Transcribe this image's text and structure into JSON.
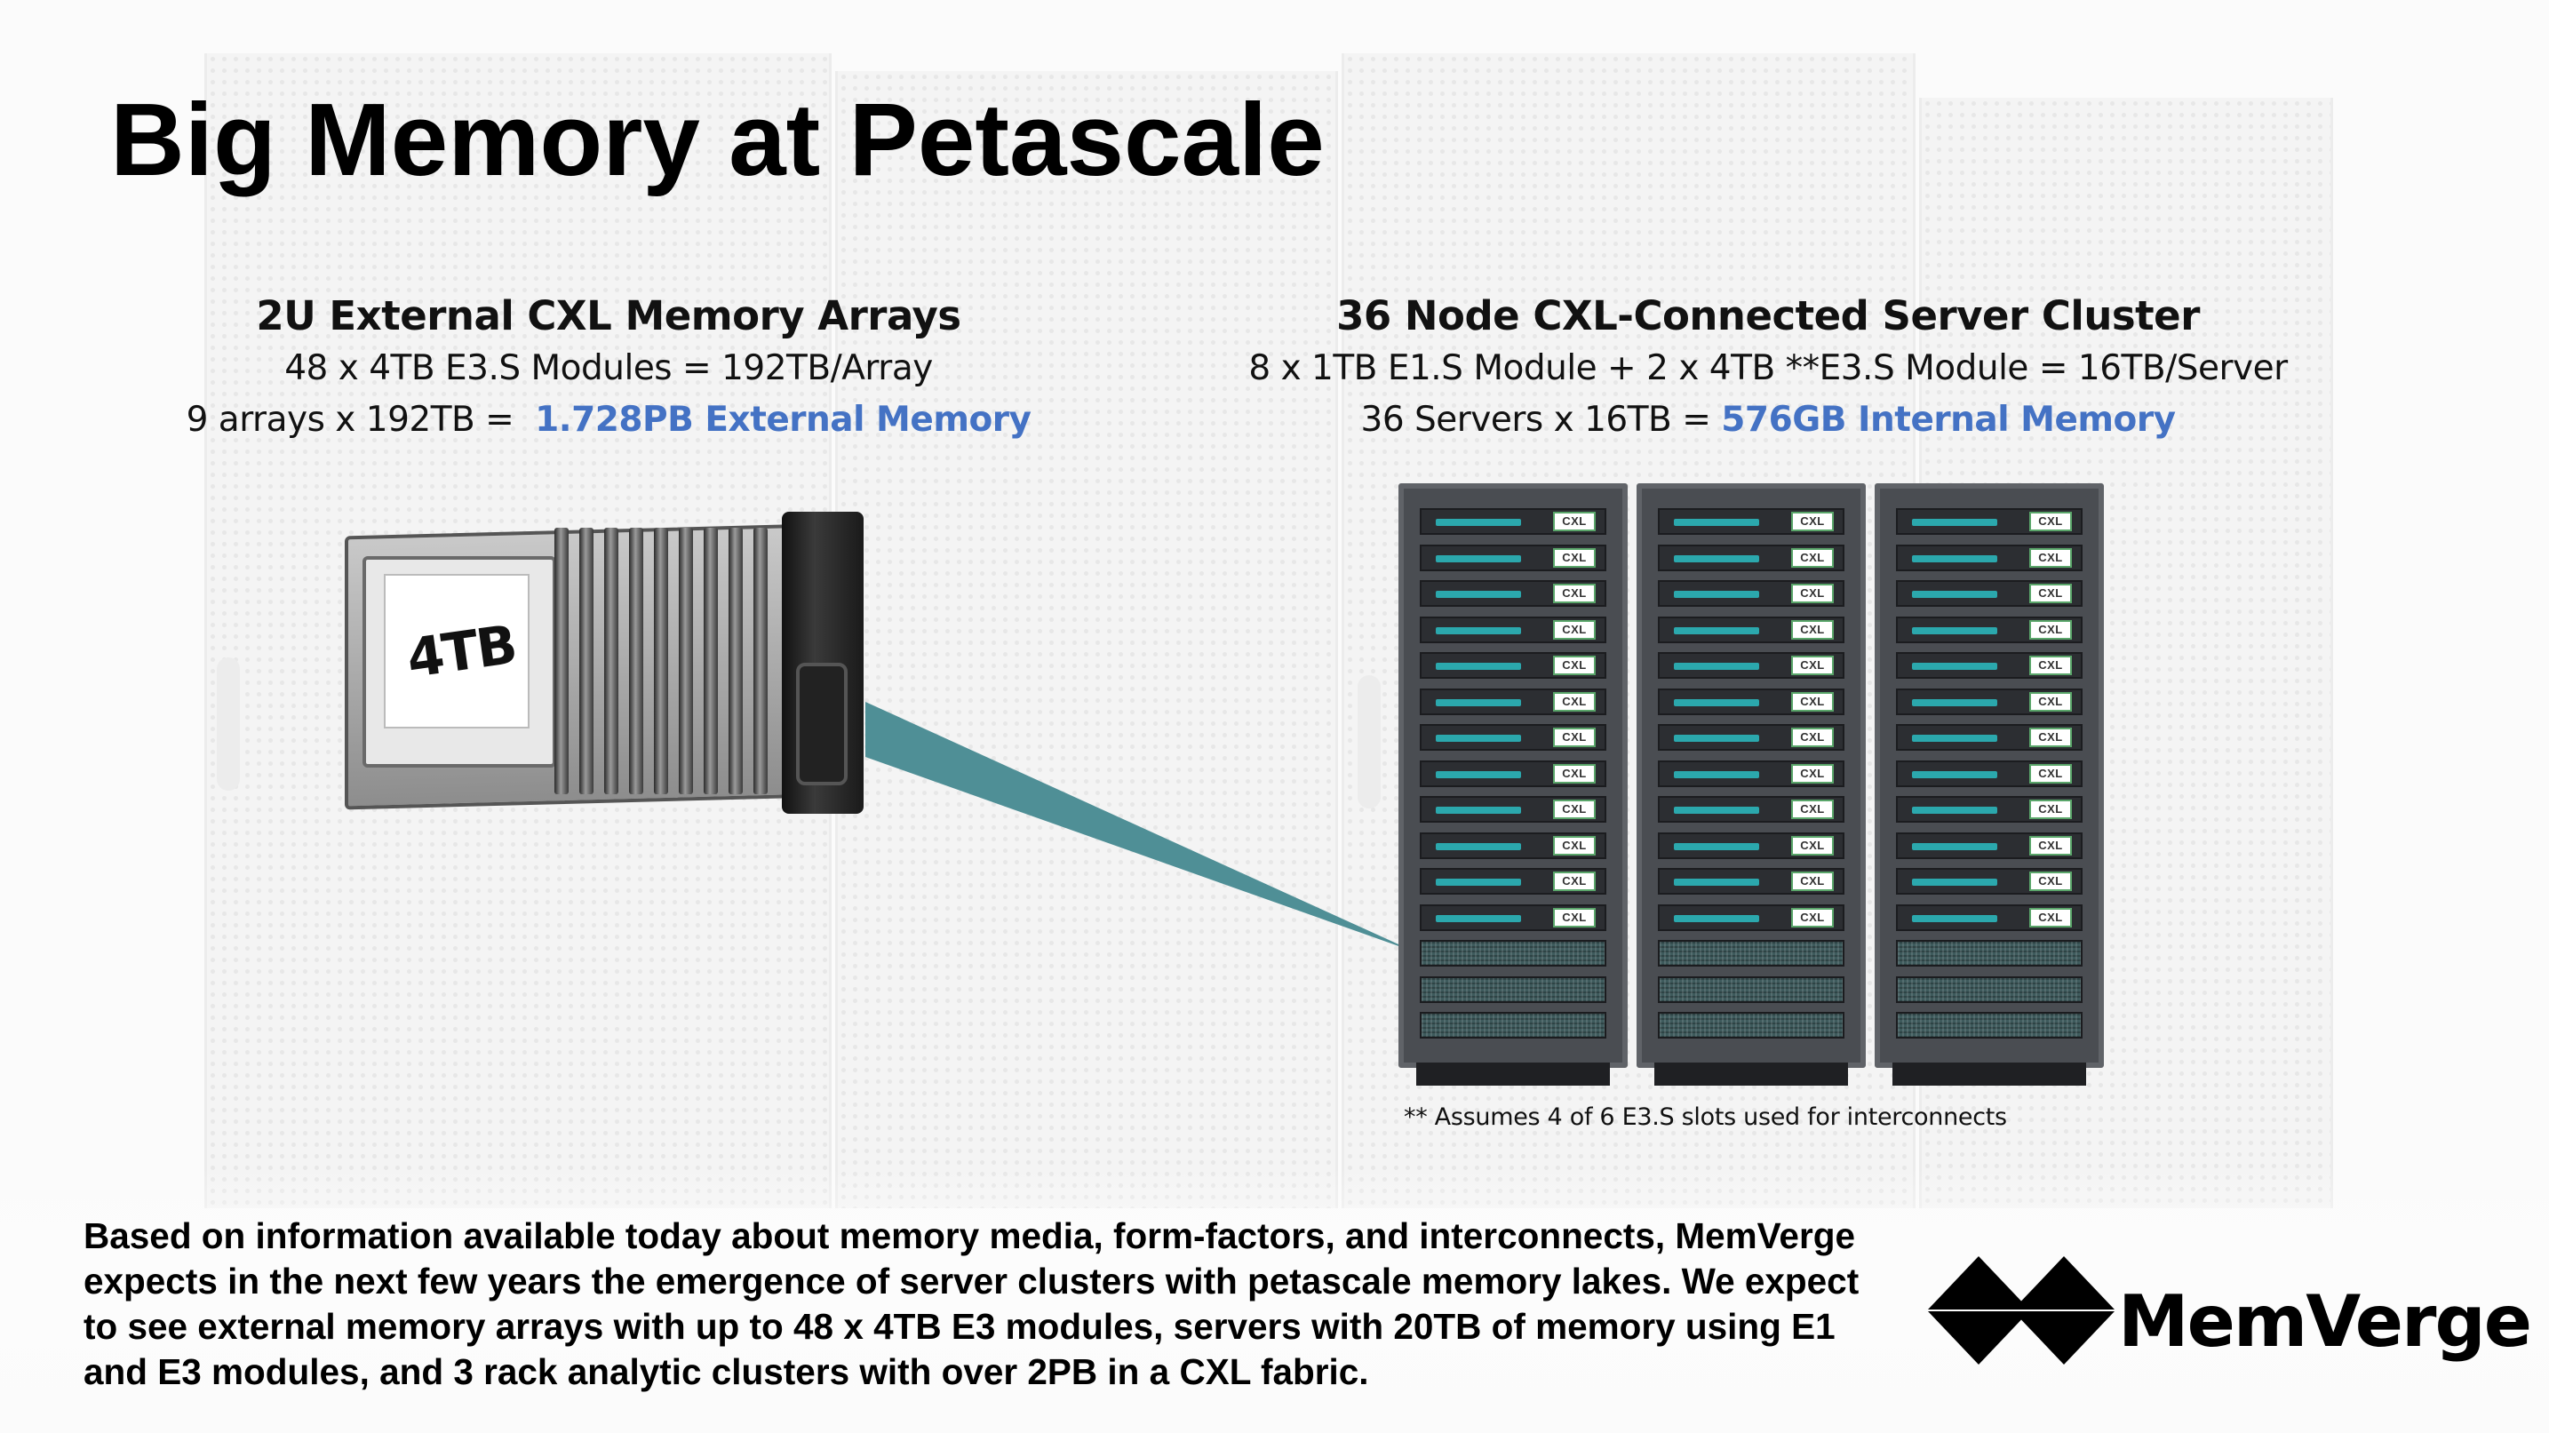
{
  "title": "Big Memory at Petascale",
  "left_section": {
    "heading": "2U External CXL Memory Arrays",
    "line1": "48 x 4TB E3.S Modules = 192TB/Array",
    "line2_prefix": "9 arrays x 192TB =  ",
    "line2_highlight": "1.728PB External Memory"
  },
  "right_section": {
    "heading": "36 Node CXL-Connected Server Cluster",
    "line1": "8 x 1TB E1.S Module + 2 x 4TB **E3.S Module = 16TB/Server",
    "line2_prefix": "36 Servers x 16TB = ",
    "line2_highlight": "576GB Internal Memory"
  },
  "memory_module_label": "4TB",
  "server_badge_label": "CXL",
  "racks": {
    "count": 3,
    "cxl_servers_per_rack": 12,
    "vent_units_per_rack": 3
  },
  "footnote": "** Assumes 4 of 6 E3.S slots used for interconnects",
  "body_text": "Based on information available today about memory media, form-factors, and interconnects, MemVerge expects in the next few years the emergence of server clusters with petascale memory lakes. We expect to see external memory arrays with up to 48 x 4TB E3 modules, servers with 20TB of memory using E1 and E3 modules, and 3 rack analytic clusters with over 2PB in a CXL fabric.",
  "logo_text": "MemVerge",
  "colors": {
    "highlight": "#4472c4",
    "connector": "#4f8f96",
    "server_led": "#2ba8ad",
    "cxl_badge_border": "#5aa66a"
  }
}
